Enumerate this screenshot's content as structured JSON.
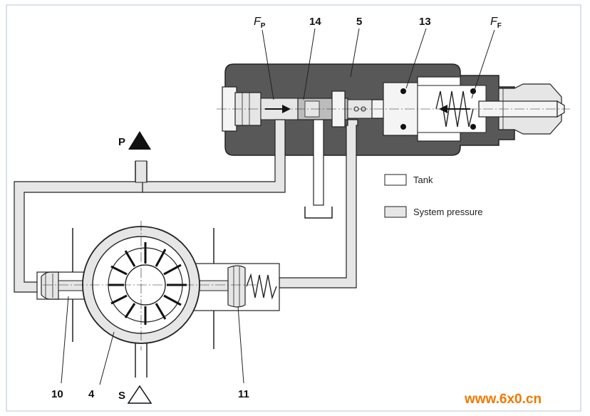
{
  "labels": {
    "fp": "F",
    "fp_sub": "P",
    "ff": "F",
    "ff_sub": "F",
    "n14": "14",
    "n5": "5",
    "n13": "13",
    "n10": "10",
    "n4": "4",
    "n11": "11",
    "p": "P",
    "s": "S"
  },
  "legend": {
    "tank": "Tank",
    "system_pressure": "System pressure"
  },
  "watermark": "www.6x0.cn",
  "colors": {
    "body": "#585858",
    "line_fill": "#e6e6e6",
    "outline": "#222222",
    "watermark": "#f07800"
  }
}
